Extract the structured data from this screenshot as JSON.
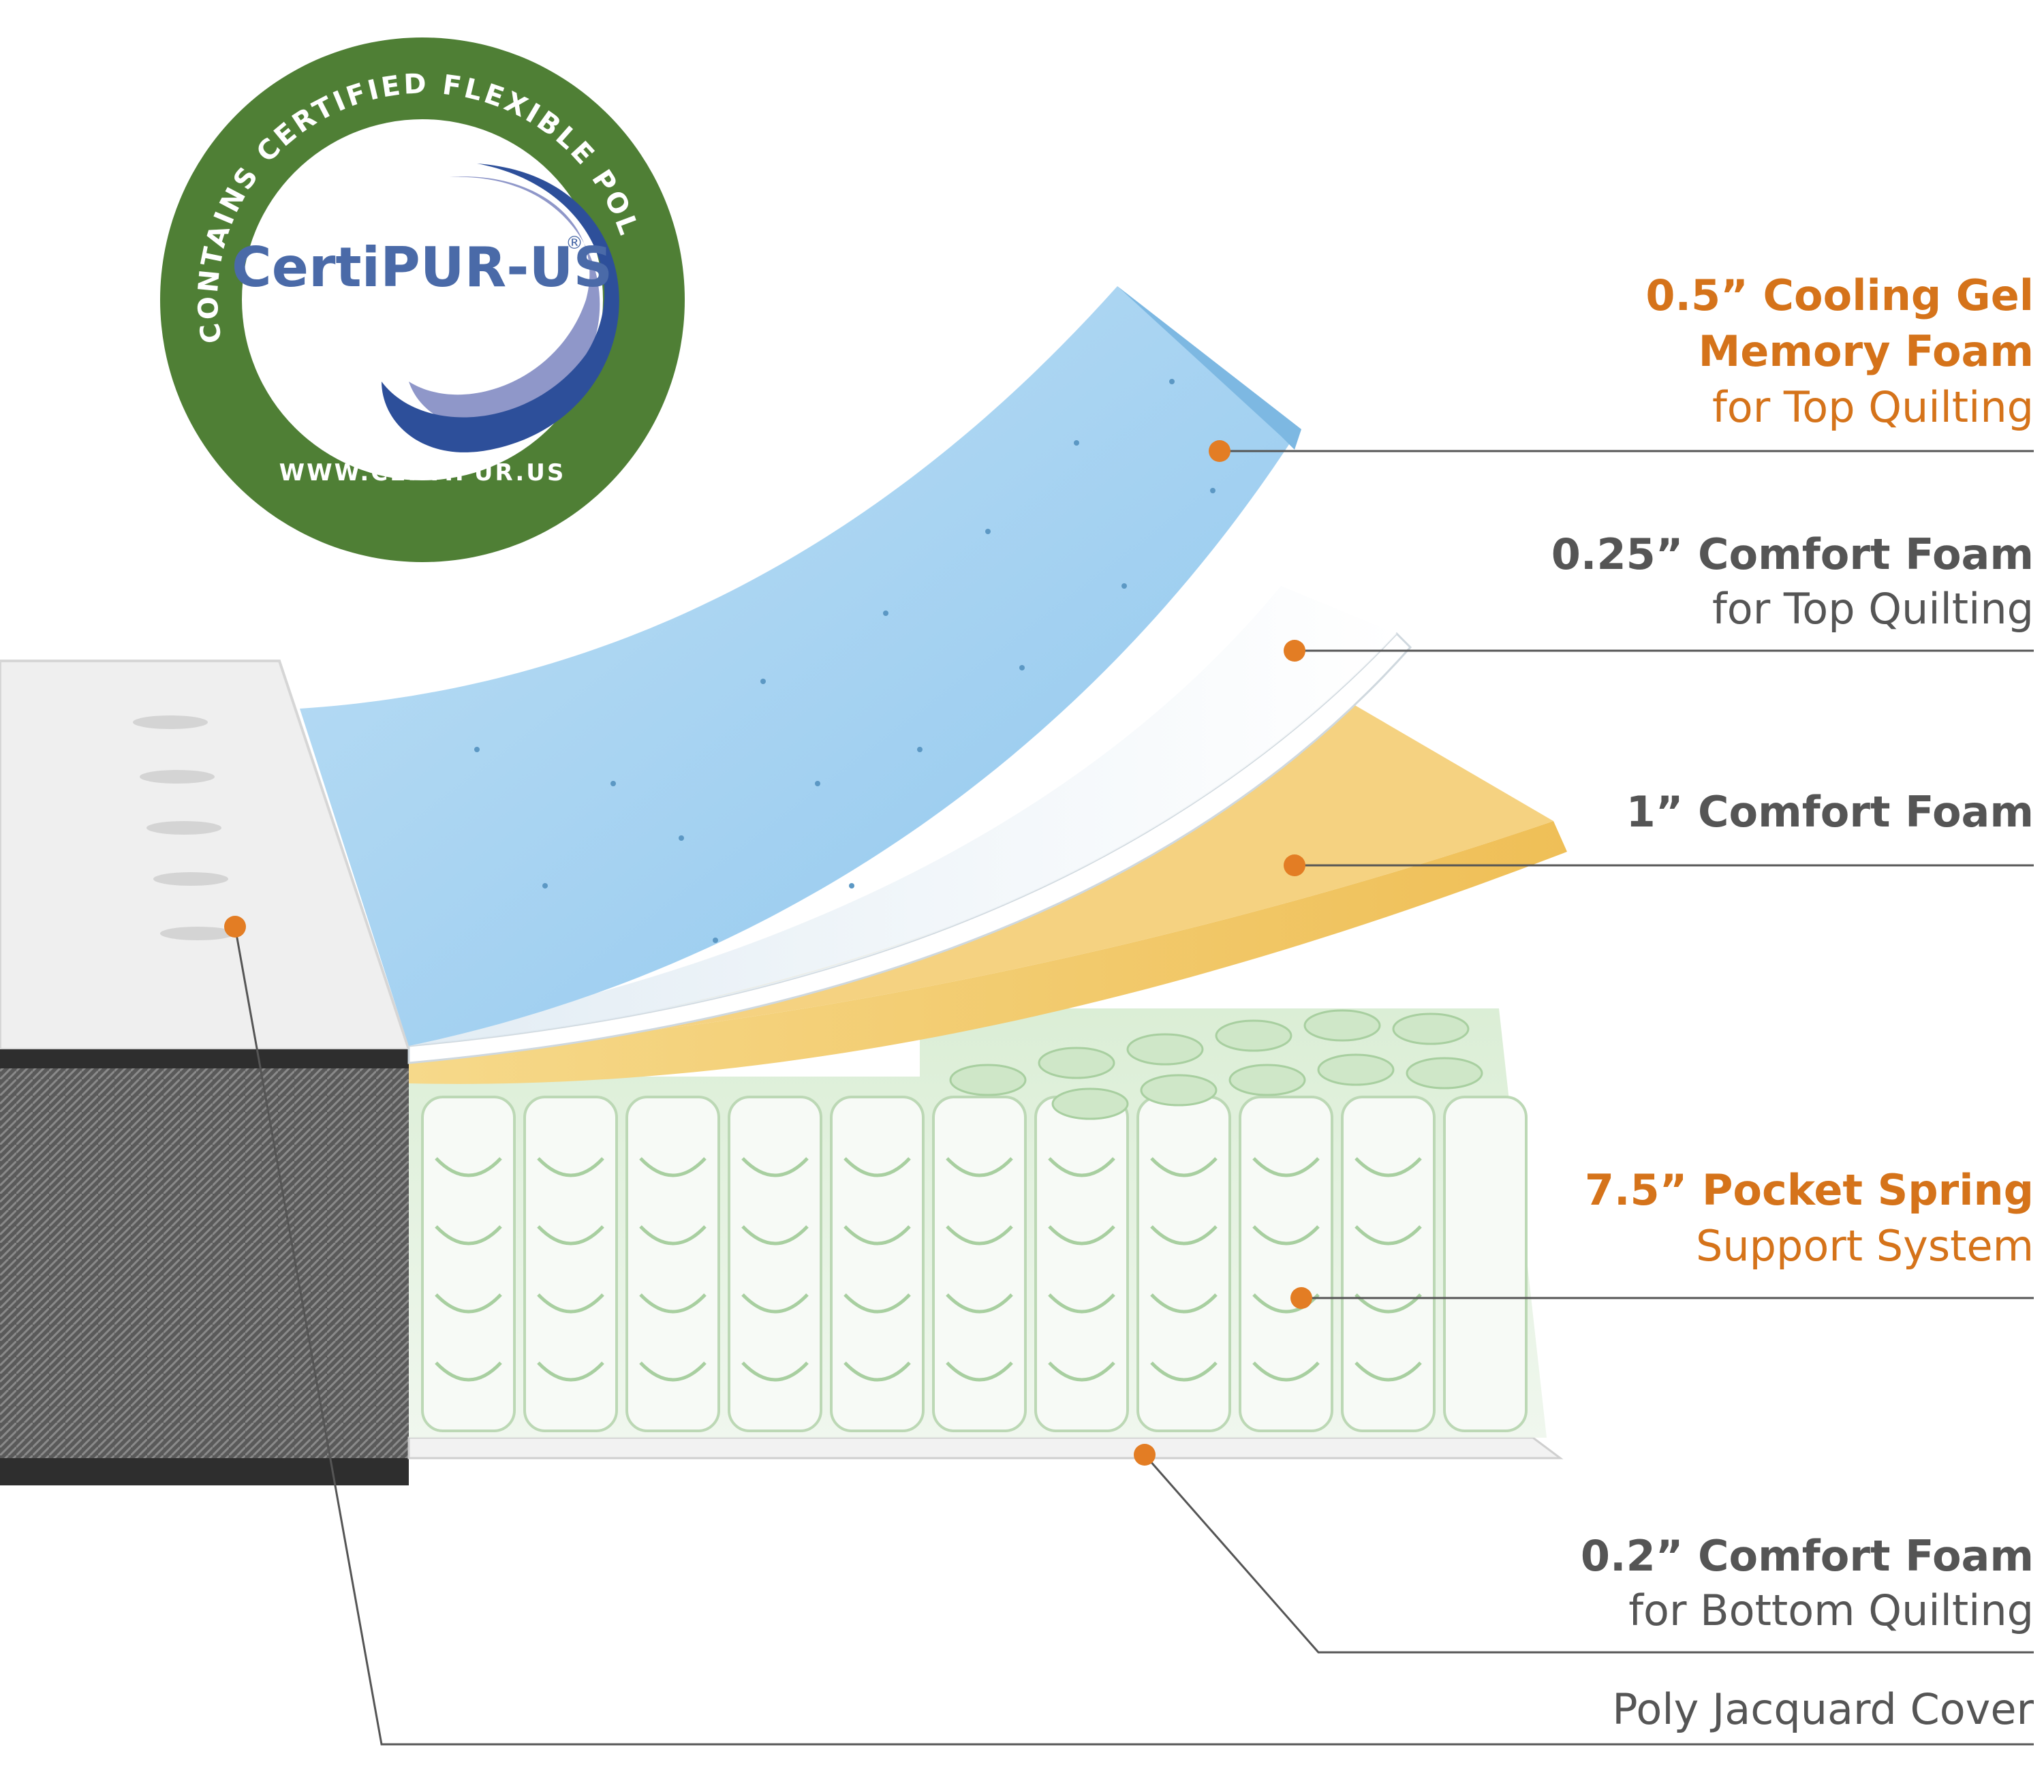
{
  "badge": {
    "ring_text": "CONTAINS CERTIFIED FLEXIBLE POLYURETHANE FOAM",
    "logo_text": "CertiPUR-US",
    "registered_mark": "®",
    "url": "WWW.CERTIPUR.US",
    "colors": {
      "ring": "#4f7f35",
      "inner": "#ffffff",
      "logo_text": "#4a6aa8",
      "swoosh_dark": "#2d4f9a",
      "swoosh_light": "#8f97c9"
    }
  },
  "layers": [
    {
      "id": "cooling-gel",
      "title_lines": [
        "0.5” Cooling Gel",
        "Memory Foam"
      ],
      "subtitle": "for Top Quilting",
      "color": "orange"
    },
    {
      "id": "comfort-foam-025",
      "title_lines": [
        "0.25” Comfort Foam"
      ],
      "subtitle": "for Top Quilting",
      "color": "gray"
    },
    {
      "id": "comfort-foam-1",
      "title_lines": [
        "1” Comfort Foam"
      ],
      "subtitle": "",
      "color": "gray"
    },
    {
      "id": "pocket-spring",
      "title_lines": [
        "7.5” Pocket Spring"
      ],
      "subtitle": "Support System",
      "color": "orange"
    },
    {
      "id": "comfort-foam-02",
      "title_lines": [
        "0.2” Comfort Foam"
      ],
      "subtitle": "for Bottom Quilting",
      "color": "gray"
    },
    {
      "id": "cover",
      "title_lines": [],
      "subtitle": "Poly Jacquard Cover",
      "color": "gray"
    }
  ],
  "colors": {
    "orange": "#d5731a",
    "gray": "#555555",
    "leader_line": "#555555",
    "callout_dot": "#e37d24",
    "gel_foam": "#a9d6f2",
    "yellow_foam": "#f1cb70",
    "cover_top": "#eeeeee",
    "cover_side": "#555555"
  }
}
